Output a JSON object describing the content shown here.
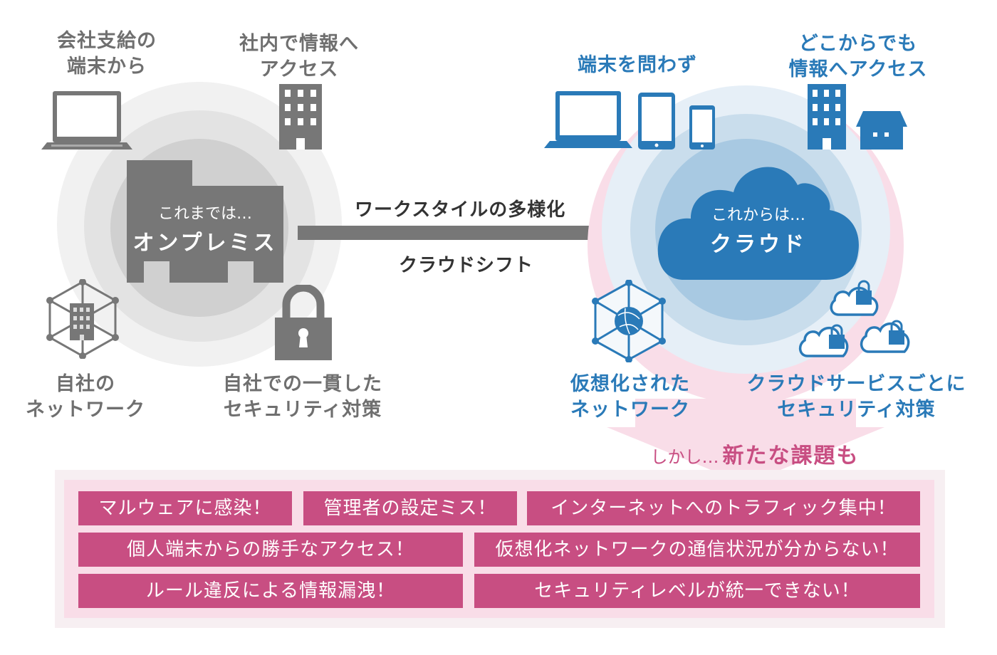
{
  "left": {
    "labels": {
      "device": "会社支給の\n端末から",
      "access": "社内で情報へ\nアクセス",
      "network": "自社の\nネットワーク",
      "security": "自社での一貫した\nセキュリティ対策"
    },
    "center": {
      "line1": "これまでは…",
      "line2": "オンプレミス"
    },
    "icons": [
      "laptop-icon",
      "office-building-icon",
      "network-building-icon",
      "padlock-icon",
      "factory-building-icon"
    ]
  },
  "arrow": {
    "top_text": "ワークスタイルの多様化",
    "bottom_text": "クラウドシフト"
  },
  "right": {
    "labels": {
      "device": "端末を問わず",
      "access": "どこからでも\n情報へアクセス",
      "network": "仮想化された\nネットワーク",
      "security": "クラウドサービスごとに\nセキュリティ対策"
    },
    "center": {
      "line1": "これからは…",
      "line2": "クラウド"
    },
    "icons": [
      "laptop-icon",
      "tablet-icon",
      "smartphone-icon",
      "office-building-icon",
      "house-icon",
      "virtual-network-icon",
      "cloud-lock-icon",
      "cloud-icon"
    ]
  },
  "challenge": {
    "prefix": "しかし…",
    "main": "新たな課題も"
  },
  "issues": [
    "マルウェアに感染！",
    "管理者の設定ミス！",
    "インターネットへのトラフィック集中！",
    "個人端末からの勝手なアクセス！",
    "仮想化ネットワークの通信状況が分からない！",
    "ルール違反による情報漏洩！",
    "セキュリティレベルが統一できない！"
  ],
  "colors": {
    "onprem_gray": "#777777",
    "cloud_blue": "#2a7ab8",
    "accent_pink": "#c84e82",
    "pink_light": "#f9dde8"
  }
}
